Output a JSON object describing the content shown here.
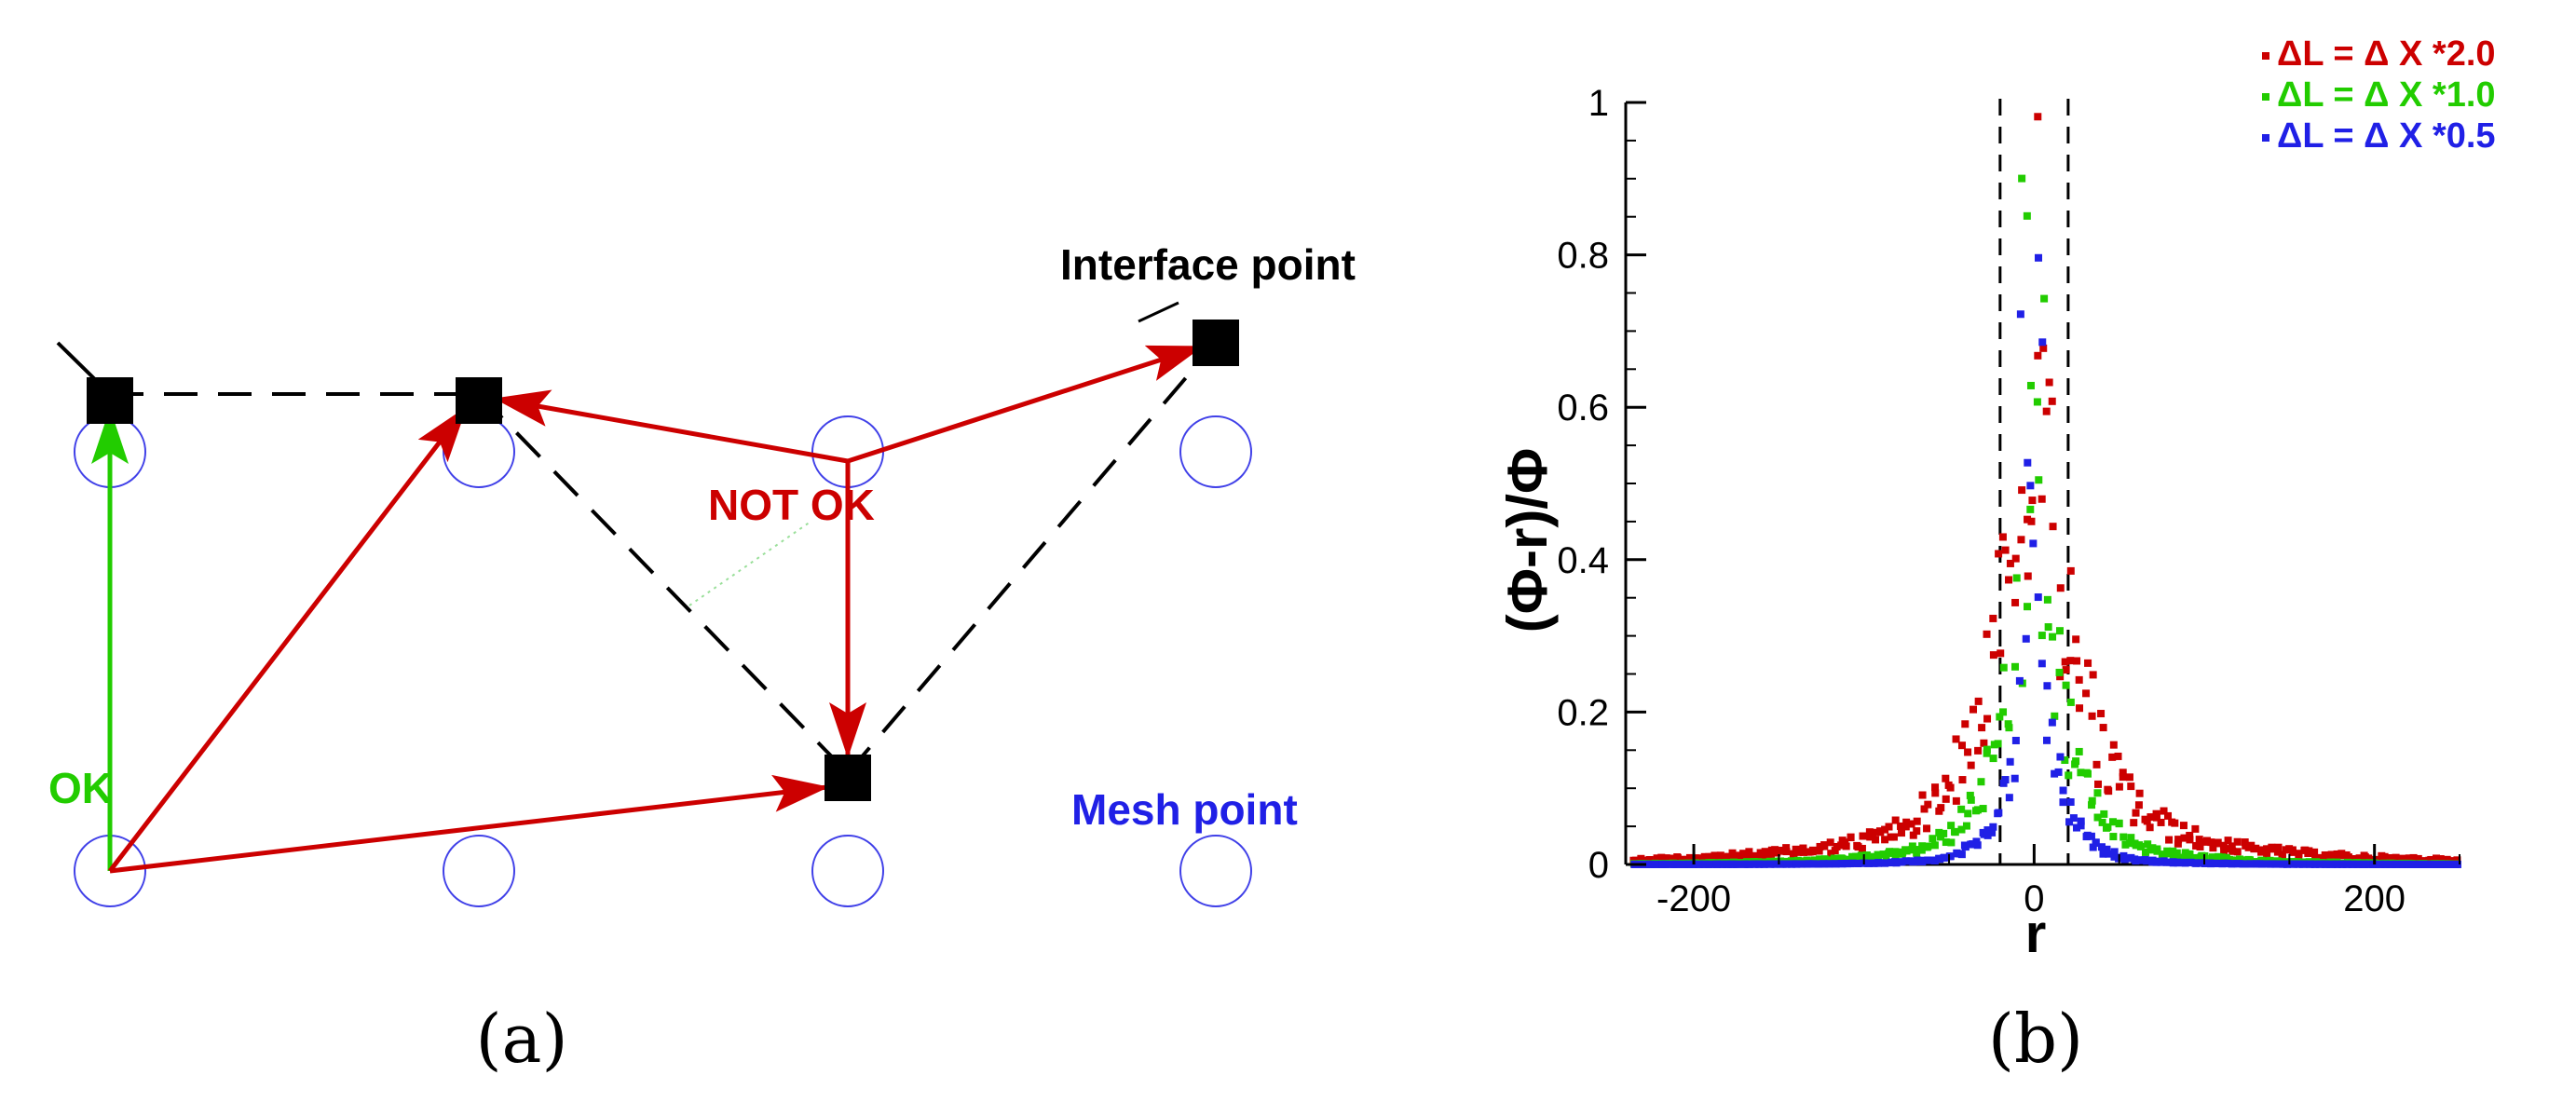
{
  "panel_a": {
    "labels": {
      "interface_point": "Interface point",
      "mesh_point": "Mesh point",
      "not_ok": "NOT OK",
      "ok": "OK"
    },
    "caption": "(a)",
    "colors": {
      "red": "#cc0000",
      "green": "#22cc00",
      "blue": "#2020e6",
      "black": "#000000"
    }
  },
  "panel_b": {
    "caption": "(b)"
  },
  "chart_data": {
    "type": "scatter",
    "xlabel": "r",
    "ylabel": "(Φ-r)/Φ",
    "xlim": [
      -240,
      250
    ],
    "ylim": [
      0,
      1
    ],
    "x_ticks": [
      -200,
      0,
      200
    ],
    "y_ticks": [
      0,
      0.2,
      0.4,
      0.6,
      0.8,
      1
    ],
    "x_tick_labels": [
      "-200",
      "0",
      "200"
    ],
    "y_tick_labels": [
      "0",
      "0.2",
      "0.4",
      "0.6",
      "0.8",
      "1"
    ],
    "reference_lines_x": [
      -20,
      20
    ],
    "legend": "top-right",
    "series": [
      {
        "name": "ΔL = Δ X *2.0",
        "color": "#cc0000",
        "profile": {
          "base": 0.55,
          "decay": 22,
          "tail": 0.06,
          "tail_decay": 95,
          "spread": 0.55
        }
      },
      {
        "name": "ΔL = Δ X *1.0",
        "color": "#22cc00",
        "profile": {
          "base": 0.42,
          "decay": 16,
          "tail": 0.035,
          "tail_decay": 60,
          "spread": 0.5
        }
      },
      {
        "name": "ΔL = Δ X *0.5",
        "color": "#2020e6",
        "profile": {
          "base": 0.28,
          "decay": 12,
          "tail": 0.015,
          "tail_decay": 40,
          "spread": 0.45
        }
      }
    ]
  }
}
